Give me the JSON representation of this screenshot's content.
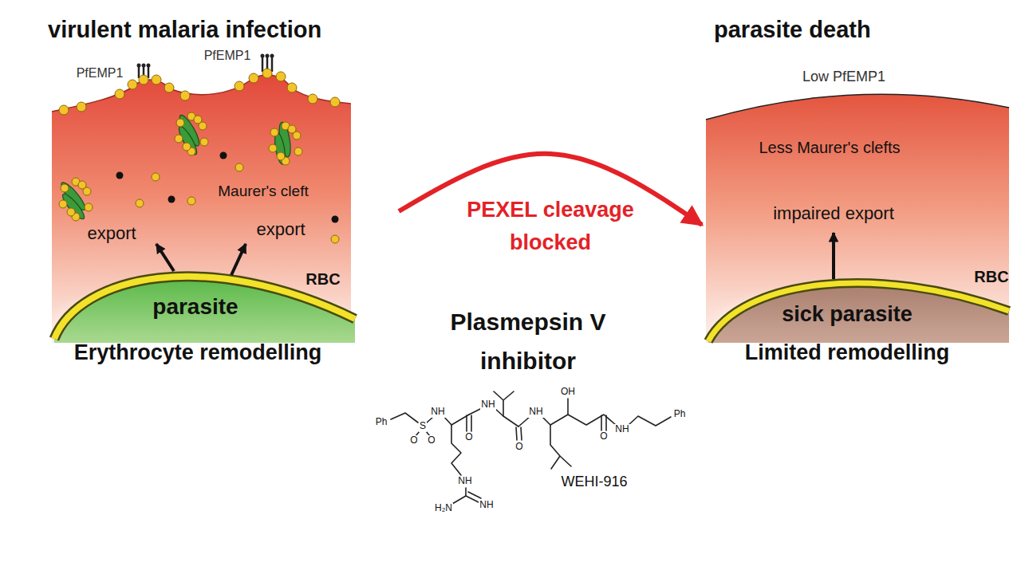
{
  "diagram": {
    "nodes": [
      {
        "text": [
          "virulent malaria infection",
          "Maurer's cleft",
          "export",
          "export",
          "RBC",
          "Erythrocyte remodelling"
        ]
      },
      {
        "text": [
          "parasite"
        ],
        "in": 0
      },
      {
        "text": [
          "parasite death",
          "Less Maurer's clefts",
          "impaired export",
          "RBC",
          "Limited remodelling"
        ]
      },
      {
        "text": [
          "sick parasite"
        ],
        "in": 2
      }
    ],
    "edges": [
      {
        "from": 0,
        "to": 2,
        "arrow": "to",
        "label": "PEXEL cleavage blocked"
      }
    ],
    "labels": [
      "PfEMP1",
      "PfEMP1",
      "Low PfEMP1",
      "Plasmepsin V inhibitor",
      "WEHI-916",
      "Ph",
      "S",
      "O",
      "O",
      "NH",
      "O",
      "NH",
      "O",
      "NH",
      "OH",
      "O",
      "NH",
      "Ph",
      "NH",
      "H₂N",
      "NH"
    ]
  }
}
